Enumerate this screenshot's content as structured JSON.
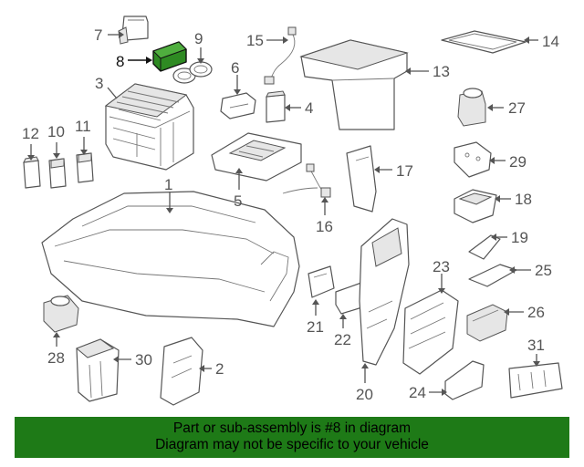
{
  "callouts": [
    {
      "id": "1",
      "label": "1"
    },
    {
      "id": "2",
      "label": "2"
    },
    {
      "id": "3",
      "label": "3"
    },
    {
      "id": "4",
      "label": "4"
    },
    {
      "id": "5",
      "label": "5"
    },
    {
      "id": "6",
      "label": "6"
    },
    {
      "id": "7",
      "label": "7"
    },
    {
      "id": "8",
      "label": "8"
    },
    {
      "id": "9",
      "label": "9"
    },
    {
      "id": "10",
      "label": "10"
    },
    {
      "id": "11",
      "label": "11"
    },
    {
      "id": "12",
      "label": "12"
    },
    {
      "id": "13",
      "label": "13"
    },
    {
      "id": "14",
      "label": "14"
    },
    {
      "id": "15",
      "label": "15"
    },
    {
      "id": "16",
      "label": "16"
    },
    {
      "id": "17",
      "label": "17"
    },
    {
      "id": "18",
      "label": "18"
    },
    {
      "id": "19",
      "label": "19"
    },
    {
      "id": "20",
      "label": "20"
    },
    {
      "id": "21",
      "label": "21"
    },
    {
      "id": "22",
      "label": "22"
    },
    {
      "id": "23",
      "label": "23"
    },
    {
      "id": "24",
      "label": "24"
    },
    {
      "id": "25",
      "label": "25"
    },
    {
      "id": "26",
      "label": "26"
    },
    {
      "id": "27",
      "label": "27"
    },
    {
      "id": "28",
      "label": "28"
    },
    {
      "id": "29",
      "label": "29"
    },
    {
      "id": "30",
      "label": "30"
    },
    {
      "id": "31",
      "label": "31"
    }
  ],
  "highlighted_part": "8",
  "colors": {
    "highlight_part": "#2e8a22",
    "banner_background": "#1e7a17",
    "line_art": "#555555",
    "background": "#ffffff"
  },
  "banner": {
    "line1": "Part or sub-assembly is #8 in diagram",
    "line2": "Diagram may not be specific to your vehicle"
  }
}
